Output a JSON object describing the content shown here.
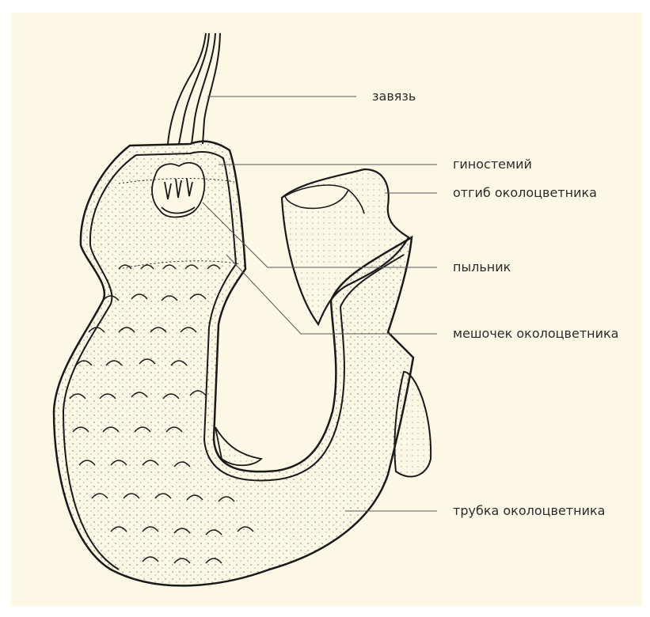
{
  "diagram": {
    "colors": {
      "background": "#fdf8e6",
      "ink": "#1a1a1a",
      "leader": "#555555"
    },
    "labels": {
      "ovary": "завязь",
      "gynostemium": "гиностемий",
      "perianth_limb": "отгиб околоцветника",
      "anther": "пыльник",
      "perianth_sac": "мешочек околоцветника",
      "perianth_tube": "трубка околоцветника"
    }
  }
}
